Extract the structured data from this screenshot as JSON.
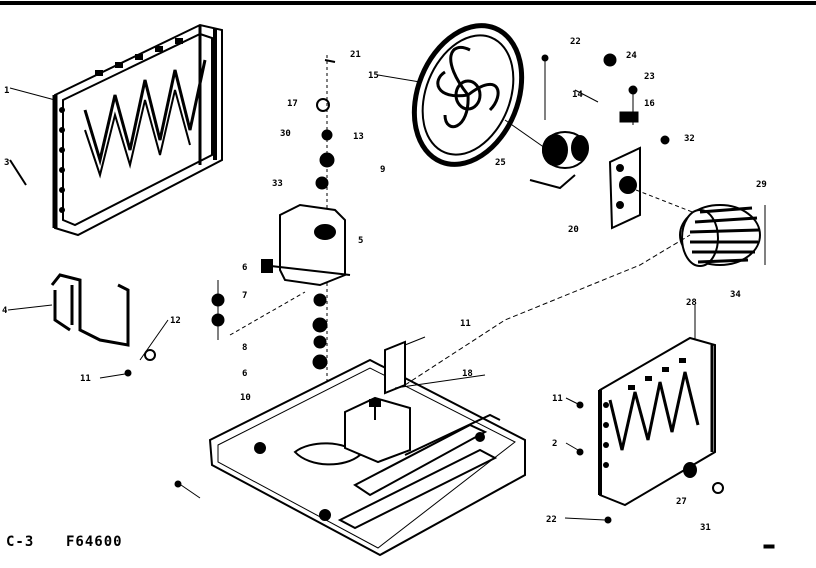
{
  "diagram": {
    "caption_left": "C-3",
    "caption_right": "F64600",
    "part_labels": [
      "1",
      "3",
      "4",
      "11",
      "12",
      "17",
      "30",
      "15",
      "33",
      "21",
      "9",
      "5",
      "6",
      "7",
      "8",
      "6",
      "10",
      "13",
      "22",
      "14",
      "25",
      "24",
      "16",
      "32",
      "29",
      "20",
      "34",
      "23",
      "11",
      "18",
      "28",
      "11",
      "2",
      "22",
      "27",
      "31"
    ]
  }
}
